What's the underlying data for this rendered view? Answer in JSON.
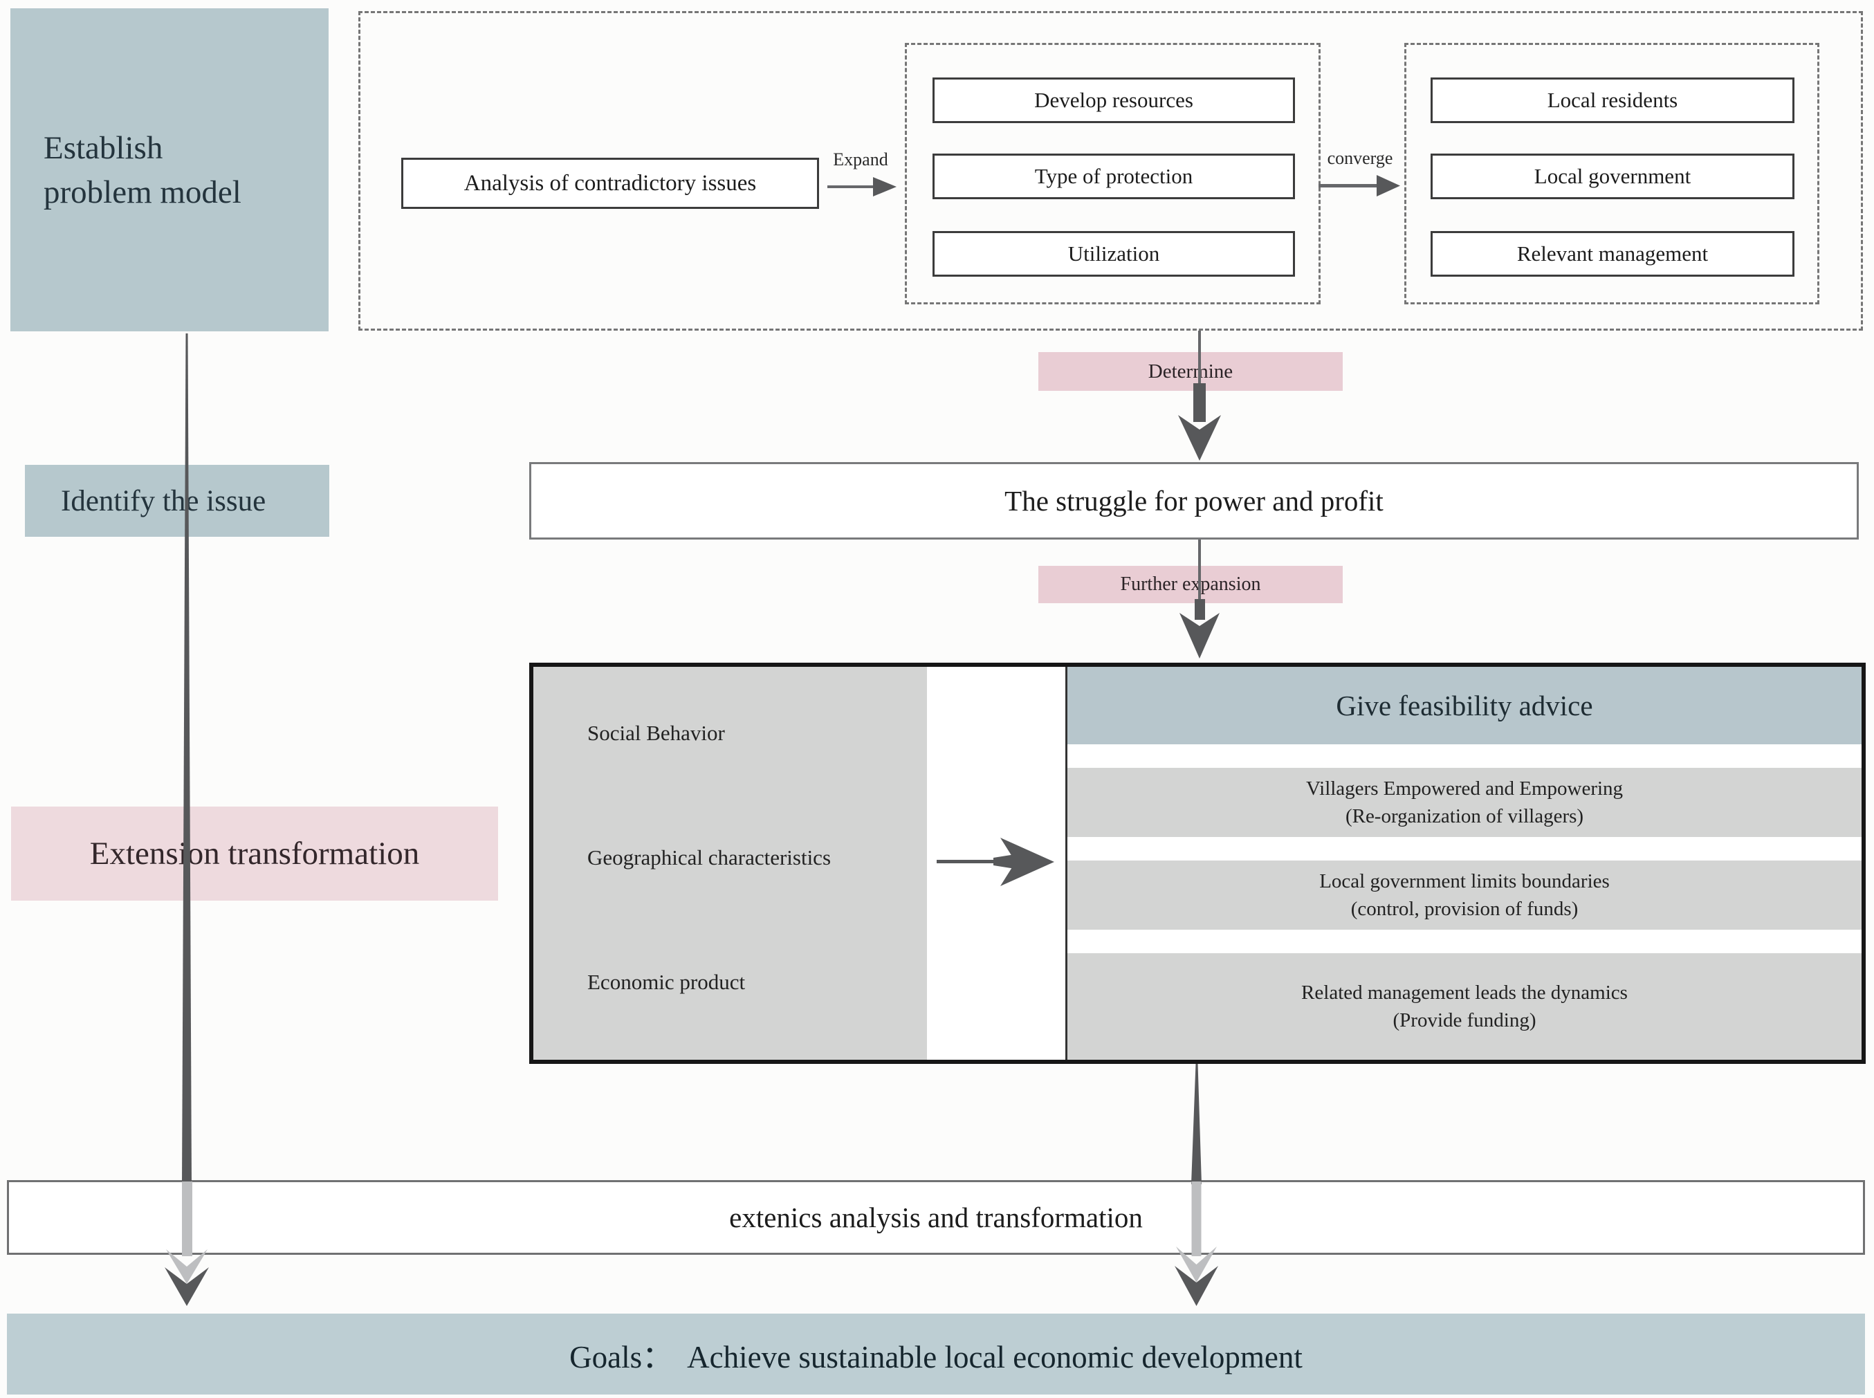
{
  "stages": {
    "establish": {
      "line1": "Establish",
      "line2": "problem model"
    },
    "identify": "Identify the issue",
    "extension": "Extension transformation"
  },
  "top_flow": {
    "analysis": "Analysis of contradictory issues",
    "expand_label": "Expand",
    "expand_items": [
      "Develop resources",
      "Type of protection",
      "Utilization"
    ],
    "converge_label": "converge",
    "converge_items": [
      "Local residents",
      "Local government",
      "Relevant management"
    ]
  },
  "middle_flow": {
    "determine_label": "Determine",
    "struggle": "The struggle for power and profit",
    "further_label": "Further expansion"
  },
  "matrix": {
    "characteristics": [
      "Social Behavior",
      "Geographical characteristics",
      "Economic product"
    ],
    "header": "Give feasibility advice",
    "rows": [
      {
        "main": "Villagers Empowered and Empowering",
        "sub": "(Re-organization of villagers)"
      },
      {
        "main": "Local government limits boundaries",
        "sub": "(control, provision of funds)"
      },
      {
        "main": "Related management leads the dynamics",
        "sub": "(Provide funding)"
      }
    ]
  },
  "bottom": {
    "extenics": "extenics analysis and transformation",
    "goals": "Goals：  Achieve sustainable local economic development"
  },
  "colors": {
    "blue": "#b6c8cd",
    "blue_header": "#b7c6cc",
    "blue_goals": "#bdced3",
    "pink": "#e9cdd4",
    "pink_light": "#eedade",
    "gray": "#d3d4d3",
    "arrow_dark": "#57585a",
    "arrow_light": "#bdbec0",
    "border_dark": "#3c3c3c",
    "dash": "#767676",
    "ink": "#1c1c1c"
  }
}
